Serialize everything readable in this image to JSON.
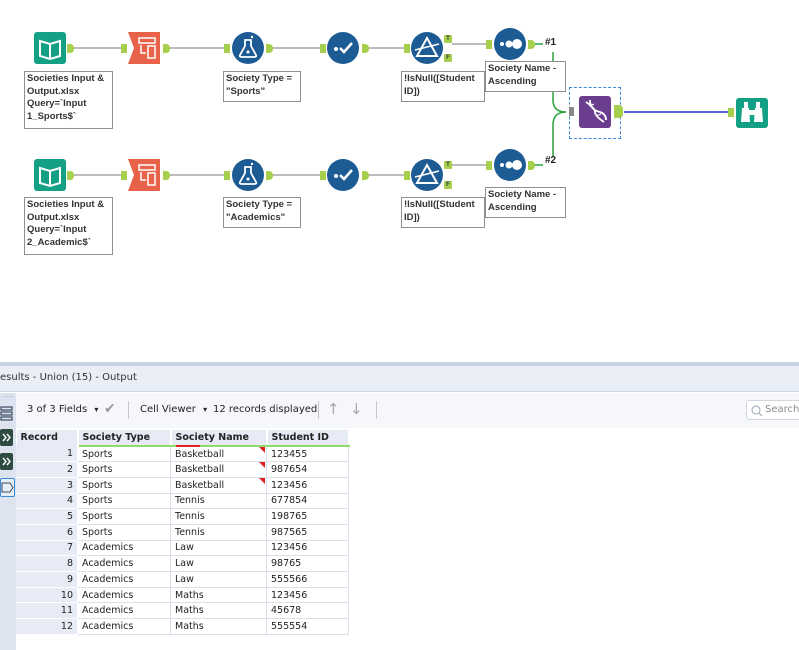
{
  "workflow": {
    "row1": {
      "input_annotation": "Societies Input &\nOutput.xlsx\nQuery=`Input\n1_Sports$`",
      "filter_annotation": "Society Type =\n\"Sports\"",
      "null_filter_annotation": "!IsNull([Student\nID])",
      "sort_annotation": "Society Name -\nAscending",
      "connection_label": "#1"
    },
    "row2": {
      "input_annotation": "Societies Input &\nOutput.xlsx\nQuery=`Input\n2_Academic$`",
      "filter_annotation": "Society Type =\n\"Academics\"",
      "null_filter_annotation": "!IsNull([Student\nID])",
      "sort_annotation": "Society Name -\nAscending",
      "connection_label": "#2"
    },
    "anchor_true": "T",
    "anchor_false": "F",
    "colors": {
      "input_teal": "#14a085",
      "select_red": "#e8624a",
      "prep_blue": "#1d5b94",
      "union_purple": "#6b3d8f",
      "browse_teal": "#14a085",
      "anchor_green": "#a5cf4c",
      "connection_gray": "#7a7a7a",
      "connection_green": "#2aa13a",
      "connection_blue": "#2233cc"
    }
  },
  "results": {
    "title": "esults - Union (15) - Output",
    "toolbar": {
      "fields_label": "3 of 3 Fields",
      "viewer_label": "Cell Viewer",
      "records_label": "12 records displayed",
      "search_placeholder": "Search"
    },
    "columns": [
      "Record",
      "Society Type",
      "Society Name",
      "Student ID"
    ],
    "rows": [
      {
        "record": "1",
        "type": "Sports",
        "name": "Basketball",
        "id": "123455",
        "flag": true
      },
      {
        "record": "2",
        "type": "Sports",
        "name": "Basketball",
        "id": "987654",
        "flag": true
      },
      {
        "record": "3",
        "type": "Sports",
        "name": "Basketball",
        "id": "123456",
        "flag": true
      },
      {
        "record": "4",
        "type": "Sports",
        "name": "Tennis",
        "id": "677854",
        "flag": false
      },
      {
        "record": "5",
        "type": "Sports",
        "name": "Tennis",
        "id": "198765",
        "flag": false
      },
      {
        "record": "6",
        "type": "Sports",
        "name": "Tennis",
        "id": "987565",
        "flag": false
      },
      {
        "record": "7",
        "type": "Academics",
        "name": "Law",
        "id": "123456",
        "flag": false
      },
      {
        "record": "8",
        "type": "Academics",
        "name": "Law",
        "id": "98765",
        "flag": false
      },
      {
        "record": "9",
        "type": "Academics",
        "name": "Law",
        "id": "555566",
        "flag": false
      },
      {
        "record": "10",
        "type": "Academics",
        "name": "Maths",
        "id": "123456",
        "flag": false
      },
      {
        "record": "11",
        "type": "Academics",
        "name": "Maths",
        "id": "45678",
        "flag": false
      },
      {
        "record": "12",
        "type": "Academics",
        "name": "Maths",
        "id": "555554",
        "flag": false
      }
    ]
  }
}
